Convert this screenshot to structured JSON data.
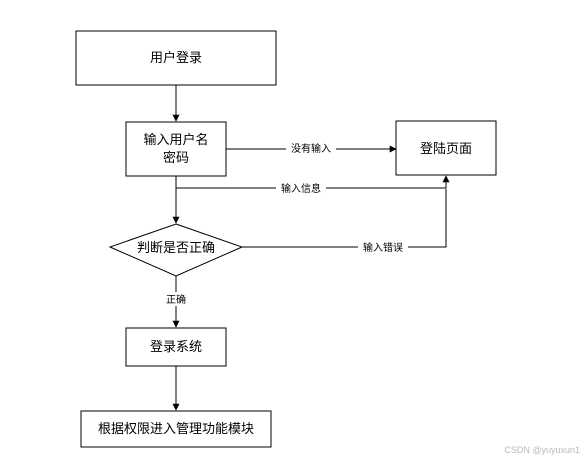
{
  "nodes": {
    "user_login": "用户登录",
    "input_line1": "输入用户名",
    "input_line2": "密码",
    "login_page": "登陆页面",
    "judge": "判断是否正确",
    "login_system": "登录系统",
    "modules": "根据权限进入管理功能模块"
  },
  "edges": {
    "no_input": "没有输入",
    "input_info": "输入信息",
    "input_error": "输入错误",
    "correct": "正确"
  },
  "watermark": "CSDN @yuyuxun1"
}
